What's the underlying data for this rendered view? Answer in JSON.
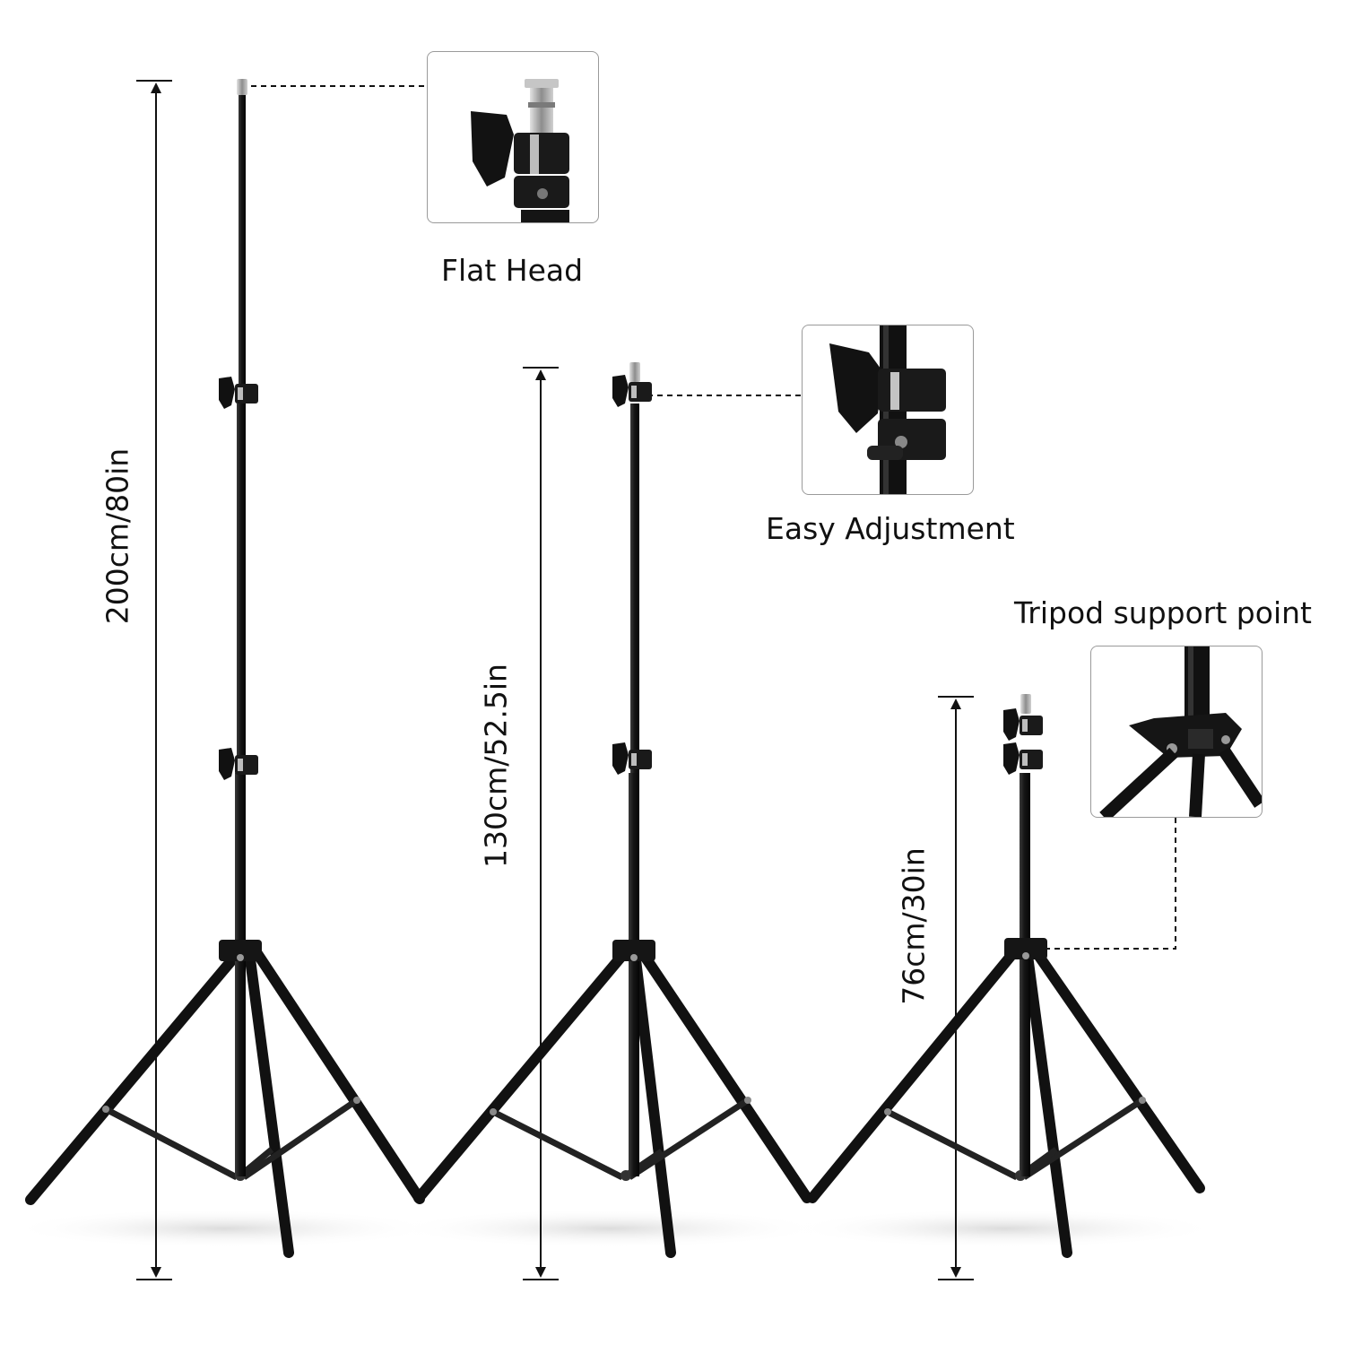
{
  "callouts": {
    "flat_head": "Flat Head",
    "easy_adjustment": "Easy Adjustment",
    "tripod_support": "Tripod support point"
  },
  "heights": {
    "tall": "200cm/80in",
    "medium": "130cm/52.5in",
    "short": "76cm/30in"
  },
  "colors": {
    "tube": "#1b1b1b",
    "metal": "#a9a9a9",
    "dim_line": "#111111",
    "callout_border": "#9a9a9a",
    "background": "#ffffff"
  }
}
